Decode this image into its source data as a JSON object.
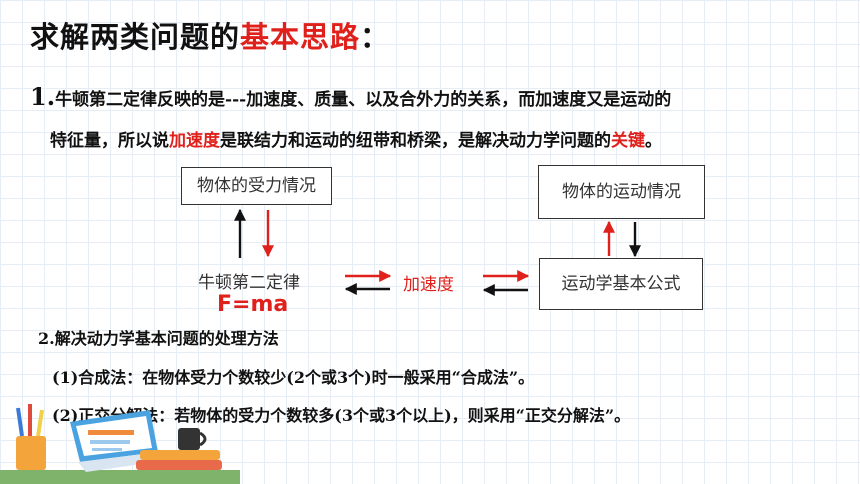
{
  "heading": {
    "prefix": "求解两类问题的",
    "highlight": "基本思路",
    "suffix": "："
  },
  "point1": {
    "number": "1.",
    "line1": "牛顿第二定律反映的是---加速度、质量、以及合外力的关系，而加速度又是运动的",
    "line2_a": "特征量，所以说",
    "line2_b": "加速度",
    "line2_c": "是联结力和运动的纽带和桥梁，是解决动力学问题的",
    "line2_d": "关键",
    "line2_e": "。"
  },
  "diagram": {
    "force_box": "物体的受力情况",
    "motion_box": "物体的运动情况",
    "newton_law": "牛顿第二定律",
    "formula": "F=ma",
    "acceleration": "加速度",
    "kinematics_box": "运动学基本公式"
  },
  "colors": {
    "accent_red": "#e0201b",
    "arrow_black": "#111111"
  },
  "section2": {
    "title": "2.解决动力学基本问题的处理方法",
    "item1": "(1)合成法：在物体受力个数较少(2个或3个)时一般采用“合成法”。",
    "item2": "(2)正交分解法：若物体的受力个数较多(3个或3个以上)，则采用“正交分解法”。"
  },
  "decoration": {
    "icon": "desk-illustration-icon"
  }
}
